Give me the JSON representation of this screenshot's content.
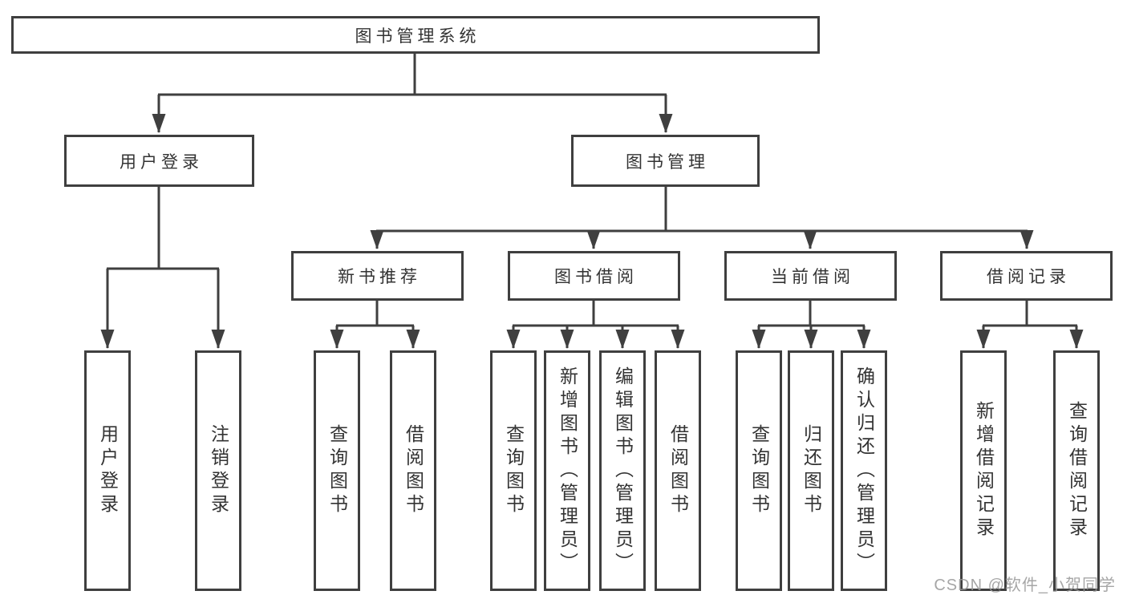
{
  "title": "图书管理系统",
  "branches": {
    "user_login": {
      "label": "用户登录",
      "children": [
        "用户登录",
        "注销登录"
      ]
    },
    "book_management": {
      "label": "图书管理",
      "groups": [
        {
          "label": "新书推荐",
          "children": [
            "查询图书",
            "借阅图书"
          ]
        },
        {
          "label": "图书借阅",
          "children": [
            "查询图书",
            "新增图书（管理员）",
            "编辑图书（管理员）",
            "借阅图书"
          ]
        },
        {
          "label": "当前借阅",
          "children": [
            "查询图书",
            "归还图书",
            "确认归还（管理员）"
          ]
        },
        {
          "label": "借阅记录",
          "children": [
            "新增借阅记录",
            "查询借阅记录"
          ]
        }
      ]
    }
  },
  "watermark": "CSDN @软件_小贺同学"
}
